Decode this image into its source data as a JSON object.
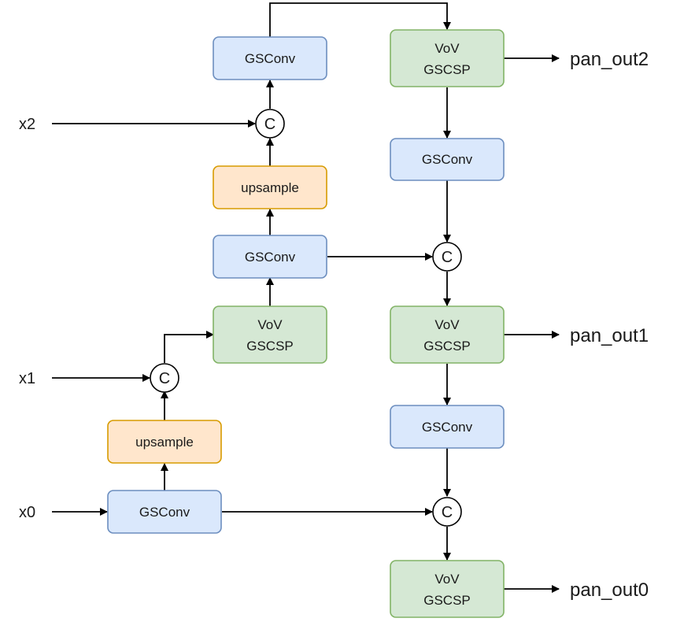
{
  "inputs": {
    "x0": "x0",
    "x1": "x1",
    "x2": "x2"
  },
  "outputs": {
    "pan_out0": "pan_out0",
    "pan_out1": "pan_out1",
    "pan_out2": "pan_out2"
  },
  "concat_symbol": "C",
  "nodes": {
    "gsconv_top_left": "GSConv",
    "upsample_upper": "upsample",
    "gsconv_mid_left": "GSConv",
    "vov_left": {
      "line1": "VoV",
      "line2": "GSCSP"
    },
    "upsample_lower": "upsample",
    "gsconv_bottom_left": "GSConv",
    "vov_top_right": {
      "line1": "VoV",
      "line2": "GSCSP"
    },
    "gsconv_upper_right": "GSConv",
    "vov_mid_right": {
      "line1": "VoV",
      "line2": "GSCSP"
    },
    "gsconv_lower_right": "GSConv",
    "vov_bottom_right": {
      "line1": "VoV",
      "line2": "GSCSP"
    }
  },
  "colors": {
    "gsconv_fill": "#dae8fc",
    "gsconv_stroke": "#6c8ebf",
    "vov_fill": "#d5e8d4",
    "vov_stroke": "#82b366",
    "upsample_fill": "#ffe6cc",
    "upsample_stroke": "#d79b00"
  }
}
